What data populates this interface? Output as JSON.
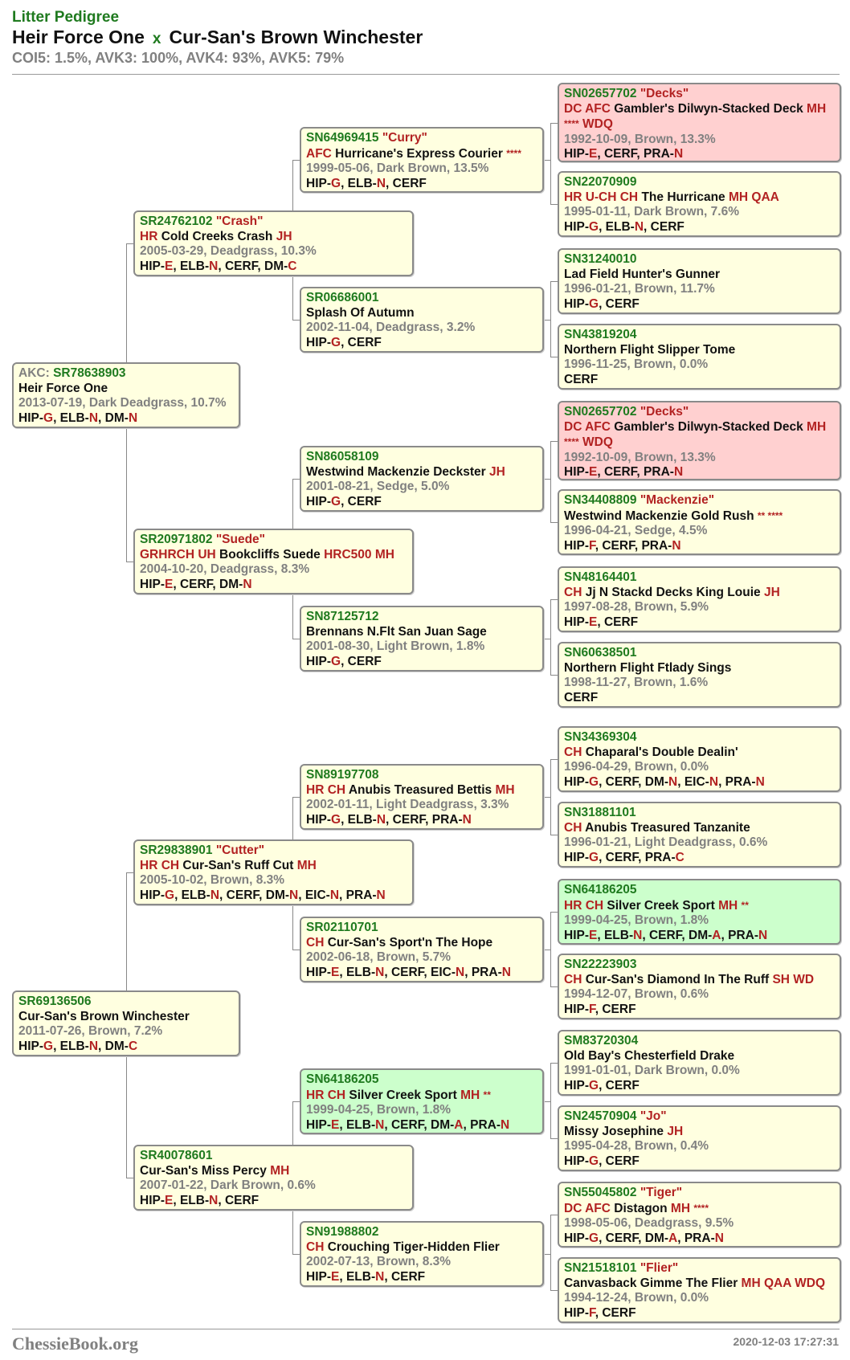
{
  "header": {
    "title": "Litter Pedigree",
    "sire": "Heir Force One",
    "x": "x",
    "dam": "Cur-San's Brown Winchester",
    "coi": "COI5: 1.5%, AVK3: 100%, AVK4: 93%, AVK5: 79%"
  },
  "footer": {
    "site": "ChessieBook.org",
    "timestamp": "2020-12-03 17:27:31"
  },
  "colors": {
    "green": "#1f7a1f",
    "red": "#b22222",
    "gray": "#808080",
    "box": "#ffffe0",
    "pink": "#ffd0d0",
    "mint": "#ccffcc"
  },
  "dogs": [
    {
      "id": "g0_0",
      "reg_prefix": "AKC: ",
      "reg": "SR78638903",
      "nick": "",
      "prefix": "",
      "name": "Heir Force One",
      "suffix": "",
      "stars": "",
      "info": "2013-07-19, Dark Deadgrass, 10.7%",
      "health": [
        [
          "HIP-",
          "G"
        ],
        [
          ", ELB-",
          "N"
        ],
        [
          ", DM-",
          "N"
        ]
      ]
    },
    {
      "id": "g0_1",
      "reg_prefix": "",
      "reg": "SR69136506",
      "nick": "",
      "prefix": "",
      "name": "Cur-San's Brown Winchester",
      "suffix": "",
      "stars": "",
      "info": "2011-07-26, Brown, 7.2%",
      "health": [
        [
          "HIP-",
          "G"
        ],
        [
          ", ELB-",
          "N"
        ],
        [
          ", DM-",
          "C"
        ]
      ]
    },
    {
      "id": "g1_0",
      "reg_prefix": "",
      "reg": "SR24762102",
      "nick": "\"Crash\"",
      "prefix": "HR",
      "name": "Cold Creeks Crash",
      "suffix": "JH",
      "stars": "",
      "info": "2005-03-29, Deadgrass, 10.3%",
      "health": [
        [
          "HIP-",
          "E"
        ],
        [
          ", ELB-",
          "N"
        ],
        [
          ", CERF, DM-",
          "C"
        ]
      ]
    },
    {
      "id": "g1_1",
      "reg_prefix": "",
      "reg": "SR20971802",
      "nick": "\"Suede\"",
      "prefix": "GRHRCH UH",
      "name": "Bookcliffs Suede",
      "suffix": "HRC500 MH",
      "stars": "",
      "info": "2004-10-20, Deadgrass, 8.3%",
      "health": [
        [
          "HIP-",
          "E"
        ],
        [
          ", CERF, DM-",
          "N"
        ]
      ]
    },
    {
      "id": "g1_2",
      "reg_prefix": "",
      "reg": "SR29838901",
      "nick": "\"Cutter\"",
      "prefix": "HR CH",
      "name": "Cur-San's Ruff Cut",
      "suffix": "MH",
      "stars": "",
      "info": "2005-10-02, Brown, 8.3%",
      "health": [
        [
          "HIP-",
          "G"
        ],
        [
          ", ELB-",
          "N"
        ],
        [
          ", CERF, DM-",
          "N"
        ],
        [
          ", EIC-",
          "N"
        ],
        [
          ", PRA-",
          "N"
        ]
      ]
    },
    {
      "id": "g1_3",
      "reg_prefix": "",
      "reg": "SR40078601",
      "nick": "",
      "prefix": "",
      "name": "Cur-San's Miss Percy",
      "suffix": "MH",
      "stars": "",
      "info": "2007-01-22, Dark Brown, 0.6%",
      "health": [
        [
          "HIP-",
          "E"
        ],
        [
          ", ELB-",
          "N"
        ],
        [
          ", CERF",
          ""
        ]
      ]
    },
    {
      "id": "g2_0",
      "reg_prefix": "",
      "reg": "SN64969415",
      "nick": "\"Curry\"",
      "prefix": "AFC",
      "name": "Hurricane's Express Courier",
      "suffix": "",
      "stars": "****",
      "info": "1999-05-06, Dark Brown, 13.5%",
      "health": [
        [
          "HIP-",
          "G"
        ],
        [
          ", ELB-",
          "N"
        ],
        [
          ", CERF",
          ""
        ]
      ]
    },
    {
      "id": "g2_1",
      "reg_prefix": "",
      "reg": "SR06686001",
      "nick": "",
      "prefix": "",
      "name": "Splash Of Autumn",
      "suffix": "",
      "stars": "",
      "info": "2002-11-04, Deadgrass, 3.2%",
      "health": [
        [
          "HIP-",
          "G"
        ],
        [
          ", CERF",
          ""
        ]
      ]
    },
    {
      "id": "g2_2",
      "reg_prefix": "",
      "reg": "SN86058109",
      "nick": "",
      "prefix": "",
      "name": "Westwind Mackenzie Deckster",
      "suffix": "JH",
      "stars": "",
      "info": "2001-08-21, Sedge, 5.0%",
      "health": [
        [
          "HIP-",
          "G"
        ],
        [
          ", CERF",
          ""
        ]
      ]
    },
    {
      "id": "g2_3",
      "reg_prefix": "",
      "reg": "SN87125712",
      "nick": "",
      "prefix": "",
      "name": "Brennans N.Flt San Juan Sage",
      "suffix": "",
      "stars": "",
      "info": "2001-08-30, Light Brown, 1.8%",
      "health": [
        [
          "HIP-",
          "G"
        ],
        [
          ", CERF",
          ""
        ]
      ]
    },
    {
      "id": "g2_4",
      "reg_prefix": "",
      "reg": "SN89197708",
      "nick": "",
      "prefix": "HR CH",
      "name": "Anubis Treasured Bettis",
      "suffix": "MH",
      "stars": "",
      "info": "2002-01-11, Light Deadgrass, 3.3%",
      "health": [
        [
          "HIP-",
          "G"
        ],
        [
          ", ELB-",
          "N"
        ],
        [
          ", CERF, PRA-",
          "N"
        ]
      ]
    },
    {
      "id": "g2_5",
      "reg_prefix": "",
      "reg": "SR02110701",
      "nick": "",
      "prefix": "CH",
      "name": "Cur-San's Sport'n The Hope",
      "suffix": "",
      "stars": "",
      "info": "2002-06-18, Brown, 5.7%",
      "health": [
        [
          "HIP-",
          "E"
        ],
        [
          ", ELB-",
          "N"
        ],
        [
          ", CERF, EIC-",
          "N"
        ],
        [
          ", PRA-",
          "N"
        ]
      ]
    },
    {
      "id": "g2_6",
      "reg_prefix": "",
      "reg": "SN64186205",
      "nick": "",
      "prefix": "HR CH",
      "name": "Silver Creek Sport",
      "suffix": "MH",
      "stars": "**",
      "info": "1999-04-25, Brown, 1.8%",
      "health": [
        [
          "HIP-",
          "E"
        ],
        [
          ", ELB-",
          "N"
        ],
        [
          ", CERF, DM-",
          "A"
        ],
        [
          ", PRA-",
          "N"
        ]
      ]
    },
    {
      "id": "g2_7",
      "reg_prefix": "",
      "reg": "SN91988802",
      "nick": "",
      "prefix": "CH",
      "name": "Crouching Tiger-Hidden Flier",
      "suffix": "",
      "stars": "",
      "info": "2002-07-13, Brown, 8.3%",
      "health": [
        [
          "HIP-",
          "E"
        ],
        [
          ", ELB-",
          "N"
        ],
        [
          ", CERF",
          ""
        ]
      ]
    },
    {
      "id": "g3_0",
      "reg_prefix": "",
      "reg": "SN02657702",
      "nick": "\"Decks\"",
      "prefix": "DC AFC",
      "name": "Gambler's Dilwyn-Stacked Deck",
      "suffix": "MH",
      "stars": "****",
      "suffix2": "WDQ",
      "info": "1992-10-09, Brown, 13.3%",
      "health": [
        [
          "HIP-",
          "E"
        ],
        [
          ", CERF, PRA-",
          "N"
        ]
      ]
    },
    {
      "id": "g3_1",
      "reg_prefix": "",
      "reg": "SN22070909",
      "nick": "",
      "prefix": "HR U-CH CH",
      "name": "The Hurricane",
      "suffix": "MH QAA",
      "stars": "",
      "info": "1995-01-11, Dark Brown, 7.6%",
      "health": [
        [
          "HIP-",
          "G"
        ],
        [
          ", ELB-",
          "N"
        ],
        [
          ", CERF",
          ""
        ]
      ]
    },
    {
      "id": "g3_2",
      "reg_prefix": "",
      "reg": "SN31240010",
      "nick": "",
      "prefix": "",
      "name": "Lad Field Hunter's Gunner",
      "suffix": "",
      "stars": "",
      "info": "1996-01-21, Brown, 11.7%",
      "health": [
        [
          "HIP-",
          "G"
        ],
        [
          ", CERF",
          ""
        ]
      ]
    },
    {
      "id": "g3_3",
      "reg_prefix": "",
      "reg": "SN43819204",
      "nick": "",
      "prefix": "",
      "name": "Northern Flight Slipper Tome",
      "suffix": "",
      "stars": "",
      "info": "1996-11-25, Brown, 0.0%",
      "health": [
        [
          "CERF",
          ""
        ]
      ]
    },
    {
      "id": "g3_4",
      "reg_prefix": "",
      "reg": "SN02657702",
      "nick": "\"Decks\"",
      "prefix": "DC AFC",
      "name": "Gambler's Dilwyn-Stacked Deck",
      "suffix": "MH",
      "stars": "****",
      "suffix2": "WDQ",
      "info": "1992-10-09, Brown, 13.3%",
      "health": [
        [
          "HIP-",
          "E"
        ],
        [
          ", CERF, PRA-",
          "N"
        ]
      ]
    },
    {
      "id": "g3_5",
      "reg_prefix": "",
      "reg": "SN34408809",
      "nick": "\"Mackenzie\"",
      "prefix": "",
      "name": "Westwind Mackenzie Gold Rush",
      "suffix": "",
      "stars": "** ****",
      "info": "1996-04-21, Sedge, 4.5%",
      "health": [
        [
          "HIP-",
          "F"
        ],
        [
          ", CERF, PRA-",
          "N"
        ]
      ]
    },
    {
      "id": "g3_6",
      "reg_prefix": "",
      "reg": "SN48164401",
      "nick": "",
      "prefix": "CH",
      "name": "Jj N Stackd Decks King Louie",
      "suffix": "JH",
      "stars": "",
      "info": "1997-08-28, Brown, 5.9%",
      "health": [
        [
          "HIP-",
          "E"
        ],
        [
          ", CERF",
          ""
        ]
      ]
    },
    {
      "id": "g3_7",
      "reg_prefix": "",
      "reg": "SN60638501",
      "nick": "",
      "prefix": "",
      "name": "Northern Flight Ftlady Sings",
      "suffix": "",
      "stars": "",
      "info": "1998-11-27, Brown, 1.6%",
      "health": [
        [
          "CERF",
          ""
        ]
      ]
    },
    {
      "id": "g3_8",
      "reg_prefix": "",
      "reg": "SN34369304",
      "nick": "",
      "prefix": "CH",
      "name": "Chaparal's Double Dealin'",
      "suffix": "",
      "stars": "",
      "info": "1996-04-29, Brown, 0.0%",
      "health": [
        [
          "HIP-",
          "G"
        ],
        [
          ", CERF, DM-",
          "N"
        ],
        [
          ", EIC-",
          "N"
        ],
        [
          ", PRA-",
          "N"
        ]
      ]
    },
    {
      "id": "g3_9",
      "reg_prefix": "",
      "reg": "SN31881101",
      "nick": "",
      "prefix": "CH",
      "name": "Anubis Treasured Tanzanite",
      "suffix": "",
      "stars": "",
      "info": "1996-01-21, Light Deadgrass, 0.6%",
      "health": [
        [
          "HIP-",
          "G"
        ],
        [
          ", CERF, PRA-",
          "C"
        ]
      ]
    },
    {
      "id": "g3_10",
      "reg_prefix": "",
      "reg": "SN64186205",
      "nick": "",
      "prefix": "HR CH",
      "name": "Silver Creek Sport",
      "suffix": "MH",
      "stars": "**",
      "info": "1999-04-25, Brown, 1.8%",
      "health": [
        [
          "HIP-",
          "E"
        ],
        [
          ", ELB-",
          "N"
        ],
        [
          ", CERF, DM-",
          "A"
        ],
        [
          ", PRA-",
          "N"
        ]
      ]
    },
    {
      "id": "g3_11",
      "reg_prefix": "",
      "reg": "SN22223903",
      "nick": "",
      "prefix": "CH",
      "name": "Cur-San's Diamond In The Ruff",
      "suffix": "SH WD",
      "stars": "",
      "info": "1994-12-07, Brown, 0.6%",
      "health": [
        [
          "HIP-",
          "F"
        ],
        [
          ", CERF",
          ""
        ]
      ]
    },
    {
      "id": "g3_12",
      "reg_prefix": "",
      "reg": "SM83720304",
      "nick": "",
      "prefix": "",
      "name": "Old Bay's Chesterfield Drake",
      "suffix": "",
      "stars": "",
      "info": "1991-01-01, Dark Brown, 0.0%",
      "health": [
        [
          "HIP-",
          "G"
        ],
        [
          ", CERF",
          ""
        ]
      ]
    },
    {
      "id": "g3_13",
      "reg_prefix": "",
      "reg": "SN24570904",
      "nick": "\"Jo\"",
      "prefix": "",
      "name": "Missy Josephine",
      "suffix": "JH",
      "stars": "",
      "info": "1995-04-28, Brown, 0.4%",
      "health": [
        [
          "HIP-",
          "G"
        ],
        [
          ", CERF",
          ""
        ]
      ]
    },
    {
      "id": "g3_14",
      "reg_prefix": "",
      "reg": "SN55045802",
      "nick": "\"Tiger\"",
      "prefix": "DC AFC",
      "name": "Distagon",
      "suffix": "MH",
      "stars": "****",
      "info": "1998-05-06, Deadgrass, 9.5%",
      "health": [
        [
          "HIP-",
          "G"
        ],
        [
          ", CERF, DM-",
          "A"
        ],
        [
          ", PRA-",
          "N"
        ]
      ]
    },
    {
      "id": "g3_15",
      "reg_prefix": "",
      "reg": "SN21518101",
      "nick": "\"Flier\"",
      "prefix": "",
      "name": "Canvasback Gimme The Flier",
      "suffix": "MH QAA WDQ",
      "stars": "",
      "info": "1994-12-24, Brown, 0.0%",
      "health": [
        [
          "HIP-",
          "F"
        ],
        [
          ", CERF",
          ""
        ]
      ]
    }
  ]
}
